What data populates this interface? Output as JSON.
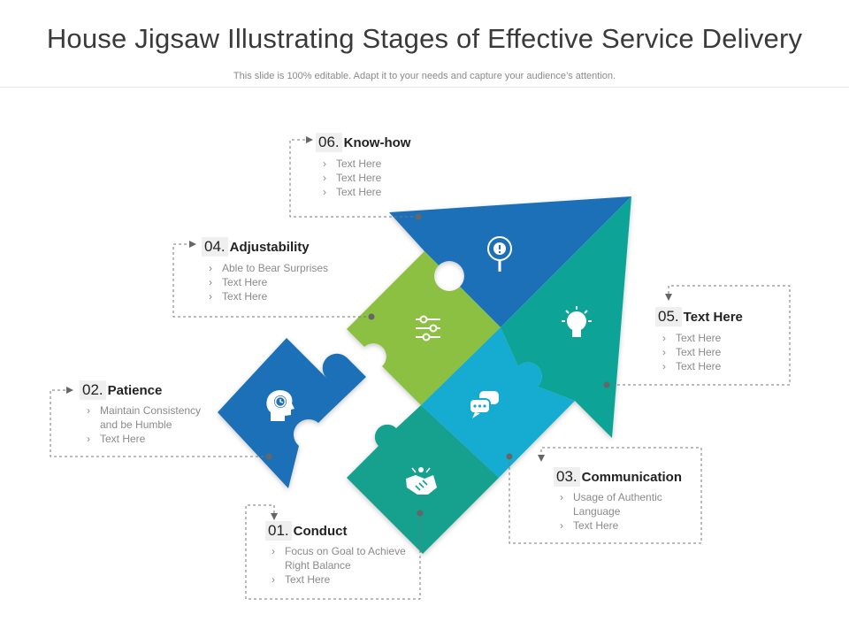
{
  "header": {
    "title": "House Jigsaw Illustrating Stages of Effective Service Delivery",
    "subtitle": "This slide is 100% editable. Adapt it to your needs and capture your audience’s attention."
  },
  "stages": {
    "s06": {
      "num": "06.",
      "name": "Know-how",
      "items": [
        "Text Here",
        "Text Here",
        "Text Here"
      ]
    },
    "s04": {
      "num": "04.",
      "name": "Adjustability",
      "items": [
        "Able to Bear Surprises",
        "Text Here",
        "Text Here"
      ]
    },
    "s05": {
      "num": "05.",
      "name": "Text Here",
      "items": [
        "Text Here",
        "Text Here",
        "Text Here"
      ]
    },
    "s02": {
      "num": "02.",
      "name": "Patience",
      "items": [
        "Maintain Consistency and be Humble",
        "Text Here"
      ]
    },
    "s03": {
      "num": "03.",
      "name": "Communication",
      "items": [
        "Usage of Authentic Language",
        "Text Here"
      ]
    },
    "s01": {
      "num": "01.",
      "name": "Conduct",
      "items": [
        "Focus on Goal to Achieve Right Balance",
        "Text Here"
      ]
    }
  },
  "icons": [
    "search-alert-icon",
    "sliders-icon",
    "lightbulb-icon",
    "chat-bubbles-icon",
    "head-clock-icon",
    "handshake-icon"
  ],
  "colors": {
    "dark_blue": "#1f70b8",
    "green": "#8cc043",
    "teal": "#0ea396",
    "cyan": "#12acd2",
    "teal_dark": "#14a08e",
    "connector": "#777777"
  }
}
